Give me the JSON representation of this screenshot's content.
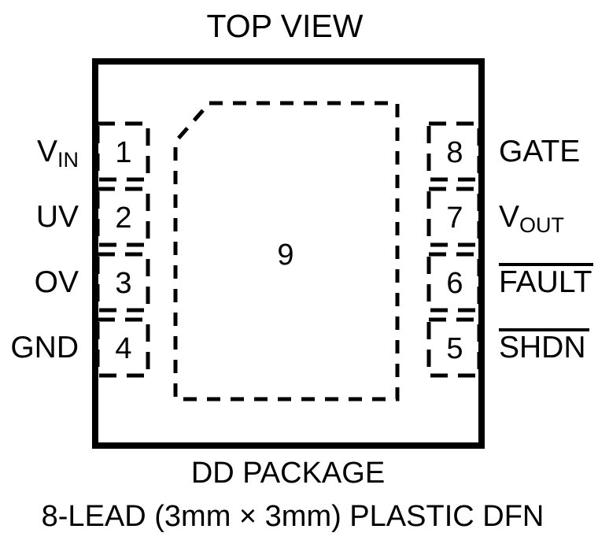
{
  "title": "TOP VIEW",
  "caption": {
    "line1": "DD PACKAGE",
    "line2": "8-LEAD (3mm × 3mm) PLASTIC DFN"
  },
  "colors": {
    "ink": "#000000",
    "background": "#ffffff"
  },
  "package": {
    "outline_stroke_width": 8,
    "pad_stroke_width": 5,
    "pin_stroke_width": 5
  },
  "pins": {
    "left": [
      {
        "number": "1",
        "label": "V",
        "sub": "IN",
        "overline": false
      },
      {
        "number": "2",
        "label": "UV",
        "sub": "",
        "overline": false
      },
      {
        "number": "3",
        "label": "OV",
        "sub": "",
        "overline": false
      },
      {
        "number": "4",
        "label": "GND",
        "sub": "",
        "overline": false
      }
    ],
    "right": [
      {
        "number": "8",
        "label": "GATE",
        "sub": "",
        "overline": false
      },
      {
        "number": "7",
        "label": "V",
        "sub": "OUT",
        "overline": false
      },
      {
        "number": "6",
        "label": "FAULT",
        "sub": "",
        "overline": true
      },
      {
        "number": "5",
        "label": "SHDN",
        "sub": "",
        "overline": true
      }
    ]
  },
  "exposed_pad": {
    "number": "9",
    "description": "exposed-pad"
  }
}
